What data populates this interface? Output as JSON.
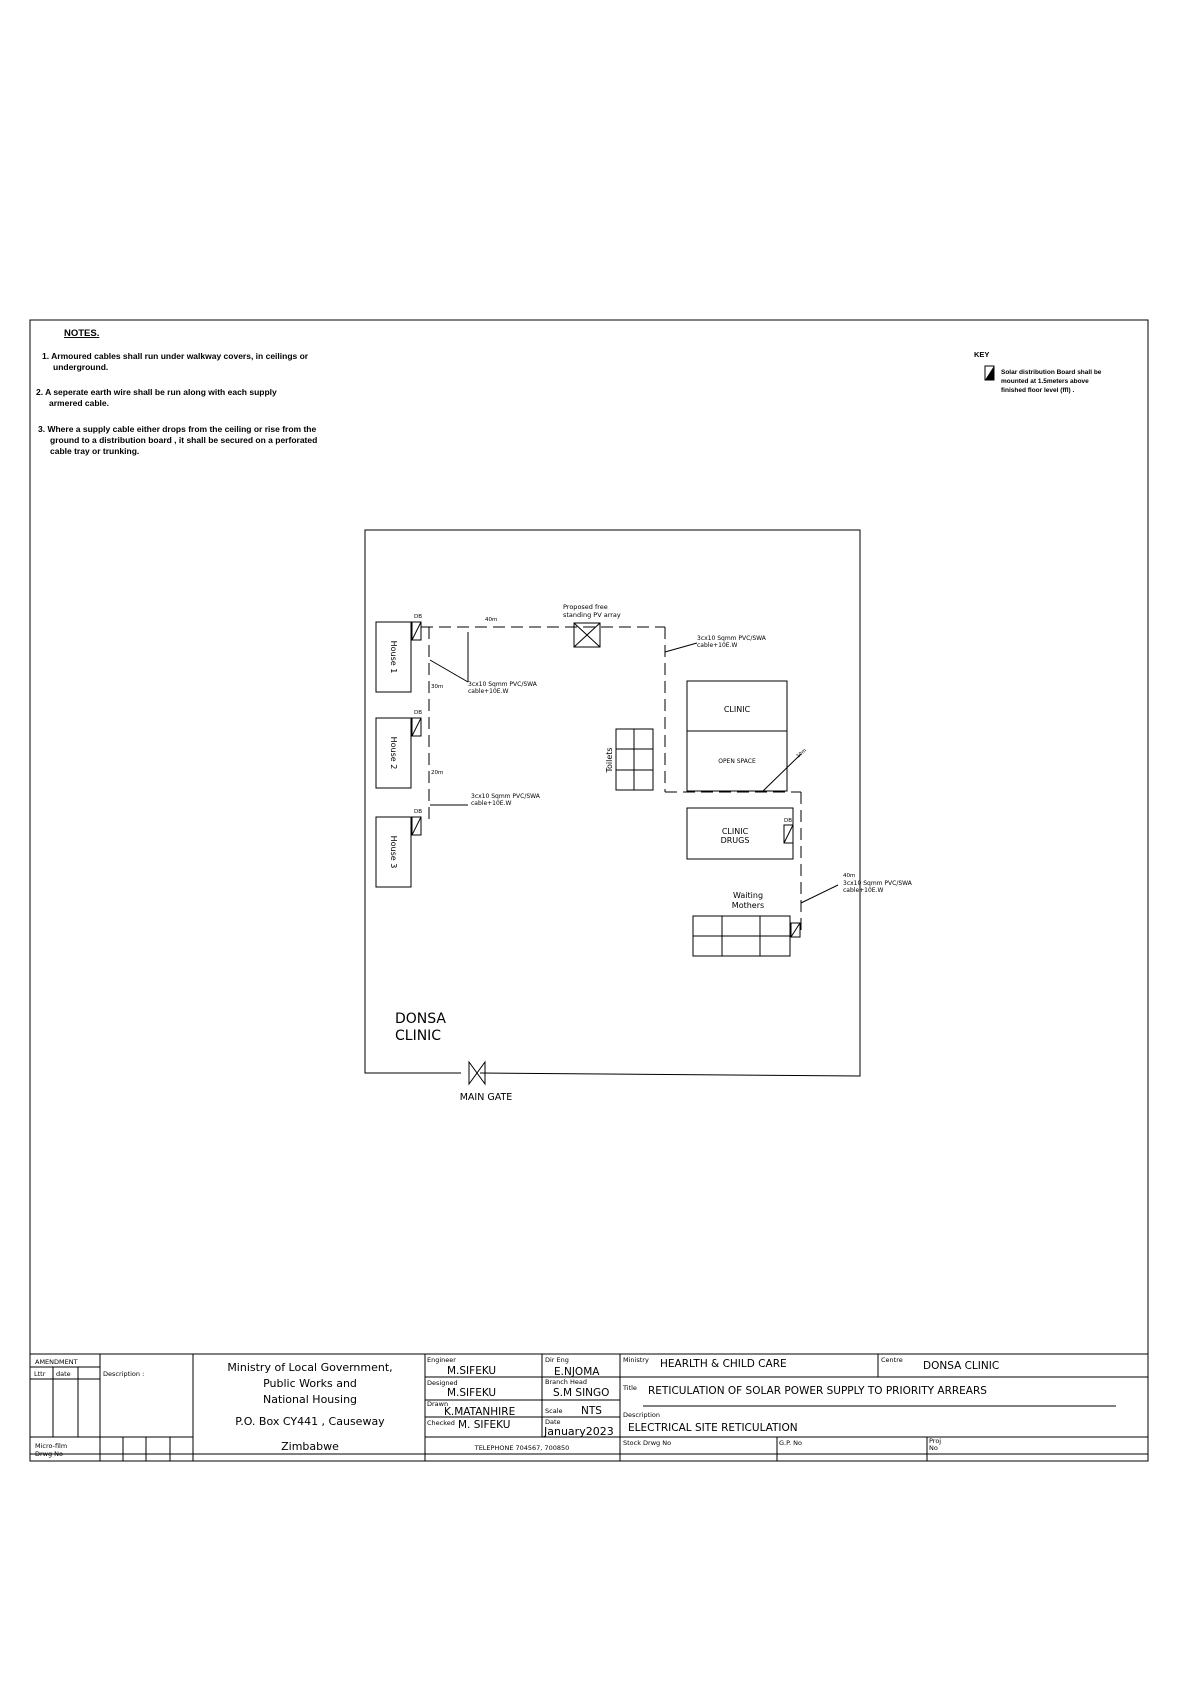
{
  "notes": {
    "heading": "NOTES.",
    "items": [
      {
        "line1": "1.  Armoured cables shall run under   walkway covers, in ceilings or",
        "line2": "underground."
      },
      {
        "line1": "2.  A seperate earth wire shall be   run along with  each supply",
        "line2": "armered cable."
      },
      {
        "line1": "3.  Where a supply cable either drops  from the ceiling  or rise from the",
        "line2": "ground to a distribution board , it  shall be secured on a perforated",
        "line3": "cable tray or trunking."
      }
    ]
  },
  "key": {
    "heading": "KEY",
    "line1": "Solar distribution Board shall be",
    "line2": "mounted at 1.5meters above",
    "line3": "finished floor level (ffl) ."
  },
  "plan": {
    "site_name_1": "DONSA",
    "site_name_2": "CLINIC",
    "main_gate": "MAIN GATE",
    "pv_label_1": "Proposed free",
    "pv_label_2": "standing PV array",
    "house_1": "House 1",
    "house_2": "House 2",
    "house_3": "House 3",
    "db_tag": "DB",
    "toilets": "Toilets",
    "clinic": "CLINIC",
    "open_space": "OPEN SPACE",
    "clinic_drugs_1": "CLINIC",
    "clinic_drugs_2": "DRUGS",
    "waiting_1": "Waiting",
    "waiting_2": "Mothers",
    "dist_40m": "40m",
    "dist_30m": "30m",
    "dist_20m": "20m",
    "dist_10m": "10m",
    "cable_1": "3cx10 Sqmm PVC/SWA",
    "cable_2": "cable+10E.W"
  },
  "title_block": {
    "amendment": "AMENDMENT",
    "lttr": "Lttr",
    "date_col": "date",
    "description_col": "Description :",
    "microfilm_1": "Micro-film",
    "microfilm_2": "Drwg No",
    "ministry_1": "Ministry of Local Government,",
    "ministry_2": "Public Works and",
    "ministry_3": "National Housing",
    "ministry_4": "P.O. Box CY441 , Causeway",
    "ministry_5": "Zimbabwe",
    "engineer_label": "Engineer",
    "engineer": "M.SIFEKU",
    "designed_label": "Designed",
    "designed": "M.SIFEKU",
    "drawn_label": "Drawn",
    "drawn": "K.MATANHIRE",
    "checked_label": "Checked",
    "checked": "M. SIFEKU",
    "dir_eng_label": "Dir Eng",
    "dir_eng": "E.NJOMA",
    "branch_head_label": "Branch Head",
    "branch_head": "S.M SINGO",
    "scale_label": "Scale",
    "scale": "NTS",
    "date_label": "Date",
    "date": "January2023",
    "telephone": "TELEPHONE  704567, 700850",
    "ministry_label": "Ministry",
    "client_ministry": "HEARLTH & CHILD CARE",
    "centre_label": "Centre",
    "centre": "DONSA CLINIC",
    "title_label": "Title",
    "title": "RETICULATION OF SOLAR POWER SUPPLY TO PRIORITY ARREARS",
    "description_label": "Description",
    "description": "ELECTRICAL SITE RETICULATION",
    "stock_drwg_label": "Stock Drwg No",
    "gp_label": "G.P. No",
    "proj_label_1": "Proj",
    "proj_label_2": "No"
  }
}
